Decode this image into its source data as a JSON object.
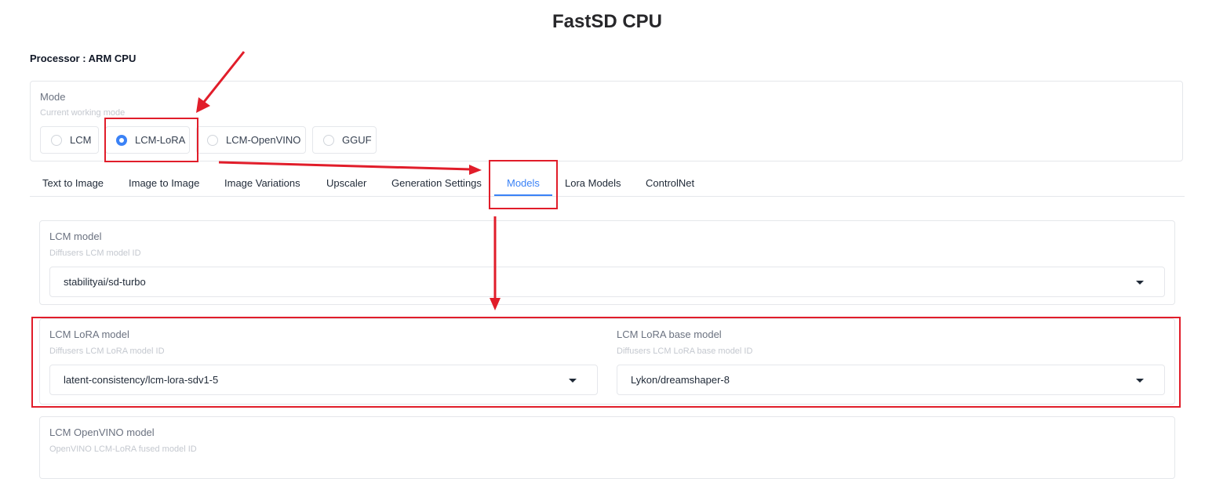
{
  "app": {
    "title": "FastSD CPU"
  },
  "processor": {
    "label": "Processor : ARM CPU"
  },
  "mode": {
    "label": "Mode",
    "info": "Current working mode",
    "options": [
      {
        "label": "LCM",
        "selected": false
      },
      {
        "label": "LCM-LoRA",
        "selected": true
      },
      {
        "label": "LCM-OpenVINO",
        "selected": false
      },
      {
        "label": "GGUF",
        "selected": false
      }
    ]
  },
  "tabs": [
    {
      "label": "Text to Image",
      "selected": false
    },
    {
      "label": "Image to Image",
      "selected": false
    },
    {
      "label": "Image Variations",
      "selected": false
    },
    {
      "label": "Upscaler",
      "selected": false
    },
    {
      "label": "Generation Settings",
      "selected": false
    },
    {
      "label": "Models",
      "selected": true
    },
    {
      "label": "Lora Models",
      "selected": false
    },
    {
      "label": "ControlNet",
      "selected": false
    }
  ],
  "models": {
    "lcm_model": {
      "label": "LCM model",
      "info": "Diffusers LCM model ID",
      "value": "stabilityai/sd-turbo"
    },
    "lcm_lora_model": {
      "label": "LCM LoRA model",
      "info": "Diffusers LCM LoRA model ID",
      "value": "latent-consistency/lcm-lora-sdv1-5"
    },
    "lcm_lora_base_model": {
      "label": "LCM LoRA base model",
      "info": "Diffusers LCM LoRA base model ID",
      "value": "Lykon/dreamshaper-8"
    },
    "lcm_openvino_model": {
      "label": "LCM OpenVINO model",
      "info": "OpenVINO LCM-LoRA fused model ID"
    }
  },
  "colors": {
    "accent": "#3b82f6",
    "annotation": "#e11d2a"
  }
}
